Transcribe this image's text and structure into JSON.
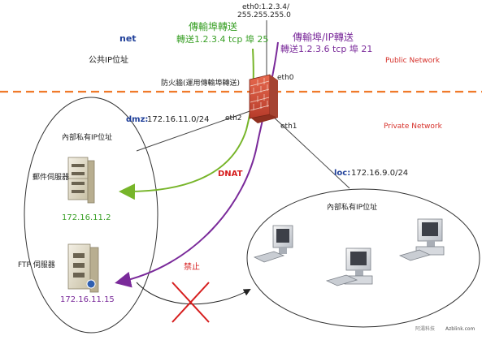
{
  "colors": {
    "net_label": "#1f3f99",
    "zone_label": "#d6302a",
    "green": "#77b52a",
    "green_text": "#3aa027",
    "purple": "#7a2a9a",
    "dashed_line": "#f07a2a",
    "dnat": "#d61e1e",
    "forbidden": "#d61e1e",
    "ip_green": "#3aa027",
    "ip_purple": "#7a2a9a"
  },
  "top": {
    "eth0_ip": "eth0:1.2.3.4/",
    "eth0_mask": "255.255.255.0"
  },
  "net": {
    "label": "net",
    "public_ip": "公共IP位址",
    "public_network": "Public Network",
    "private_network": "Private Network"
  },
  "forward_green": {
    "title": "傳輸埠轉送",
    "rule": "轉送1.2.3.4 tcp 埠 25"
  },
  "forward_purple": {
    "title": "傳輸埠/IP轉送",
    "rule": "轉送1.2.3.6 tcp 埠 21"
  },
  "firewall": {
    "label": "防火牆(運用傳輸埠轉送)",
    "eth0": "eth0",
    "eth1": "eth1",
    "eth2": "eth2"
  },
  "dmz": {
    "label": "dmz:",
    "subnet": "172.16.11.0/24",
    "private_ip": "內部私有IP位址",
    "mail_server": "郵件伺服器",
    "mail_ip": "172.16.11.2",
    "ftp_server": "FTP 伺服器",
    "ftp_ip": "172.16.11.15"
  },
  "loc": {
    "label": "loc:",
    "subnet": "172.16.9.0/24",
    "private_ip": "內部私有IP位址"
  },
  "arrows": {
    "dnat": "DNAT",
    "forbidden": "禁止"
  },
  "footer": {
    "brand": "阿湯科技",
    "site": "Azblink.com"
  }
}
